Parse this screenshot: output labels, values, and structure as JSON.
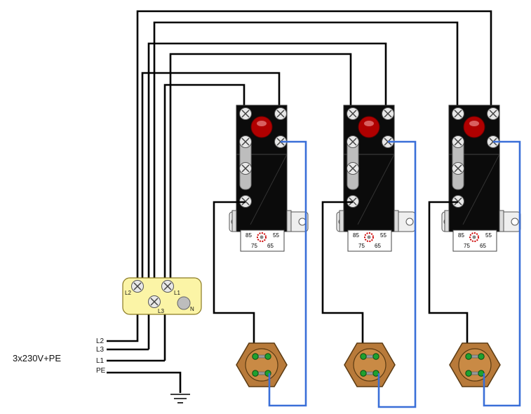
{
  "supply_label": "3x230V+PE",
  "terminal_block": {
    "terminals": [
      "L2",
      "L3",
      "L1",
      "N"
    ]
  },
  "feed_lines": [
    "L2",
    "L3",
    "L1",
    "PE"
  ],
  "thermostats": [
    {
      "scale_labels": [
        "85",
        "55",
        "75",
        "65"
      ]
    },
    {
      "scale_labels": [
        "85",
        "55",
        "75",
        "65"
      ]
    },
    {
      "scale_labels": [
        "85",
        "55",
        "75",
        "65"
      ]
    }
  ],
  "colors": {
    "wire_black": "#000000",
    "wire_blue": "#3a6fd8",
    "terminal_block_fill": "#fbf4a6",
    "heater_fill": "#b87a3a",
    "indicator_red": "#b00000",
    "pin_green": "#1fa12f"
  },
  "icons": [
    "ground-icon",
    "screw-terminal-icon",
    "heater-element-icon",
    "thermostat-dial-icon"
  ]
}
